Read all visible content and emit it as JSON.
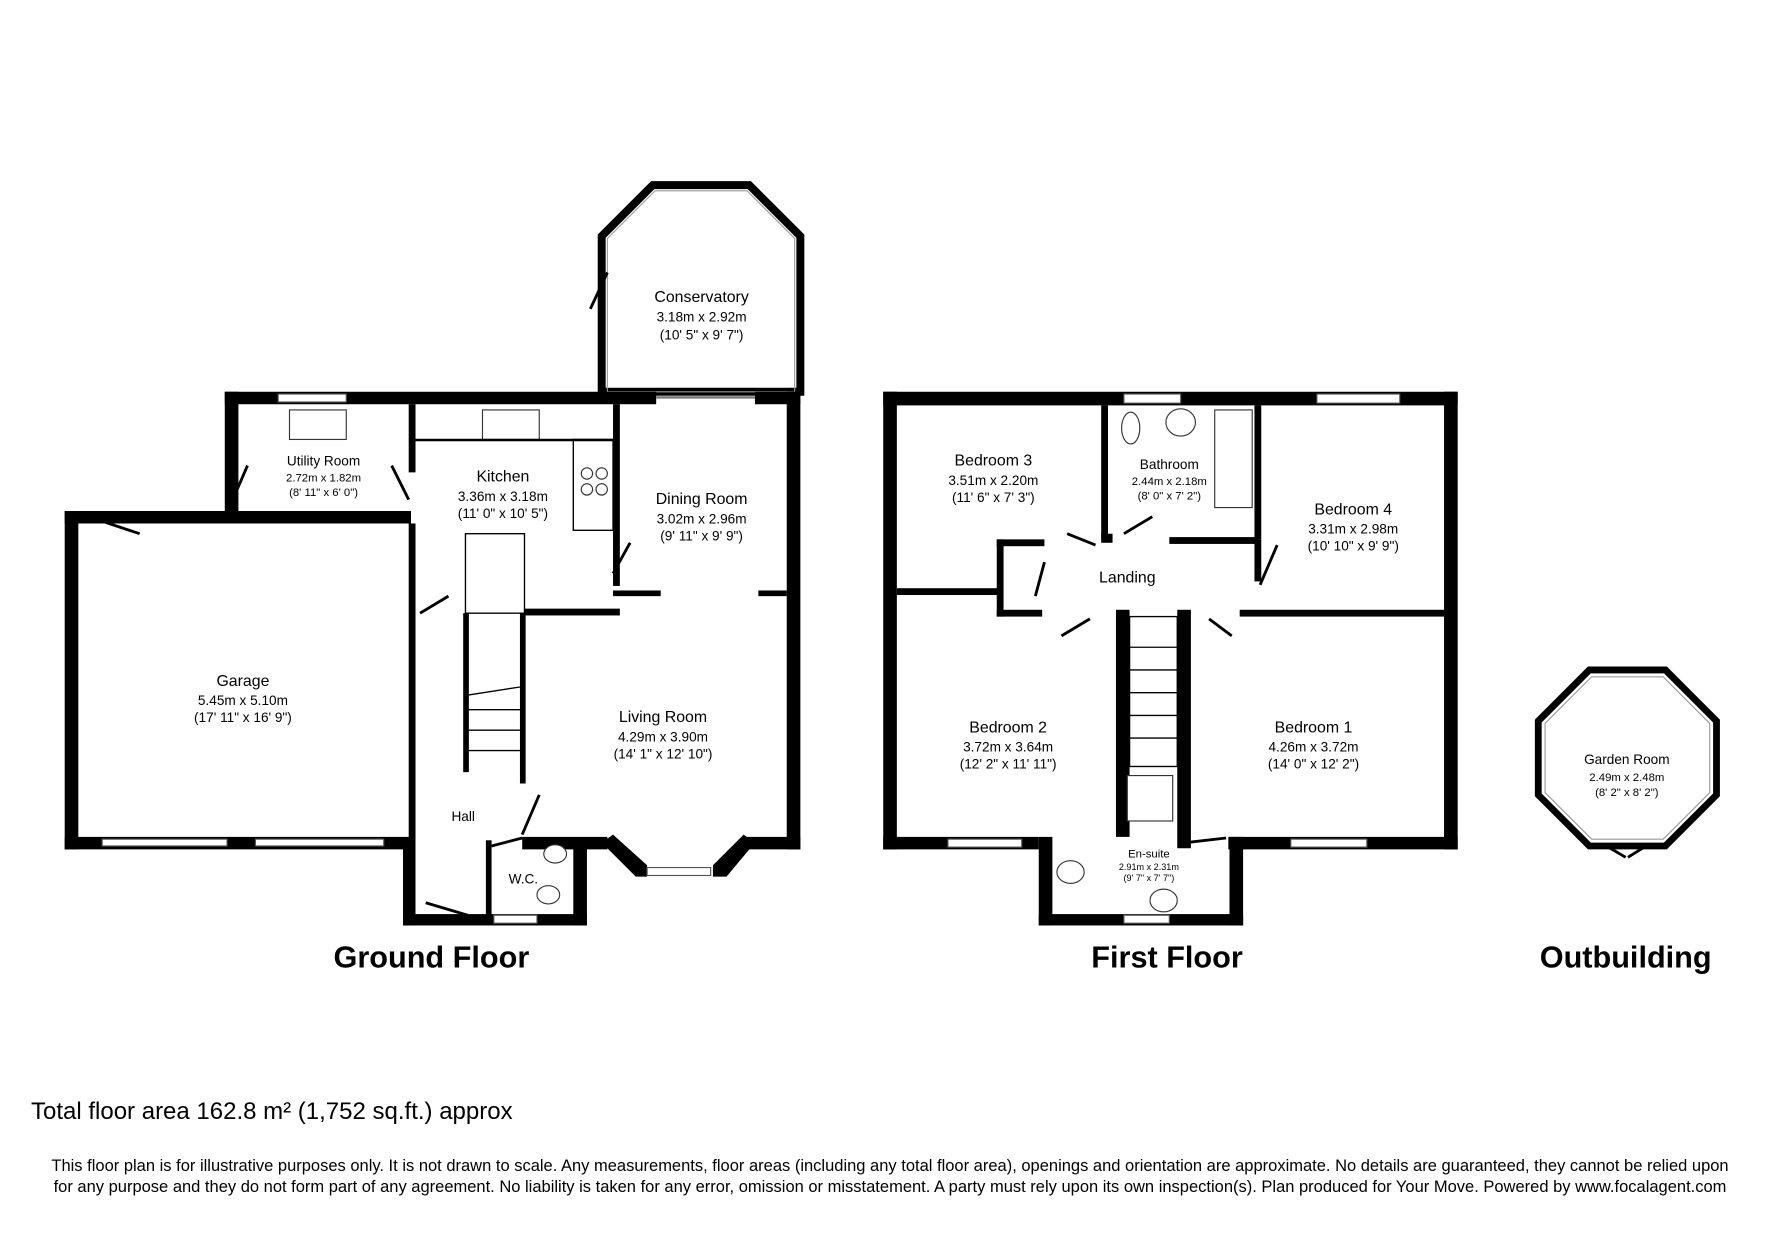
{
  "floors": {
    "ground": {
      "title": "Ground Floor",
      "rooms": {
        "conservatory": {
          "name": "Conservatory",
          "metric": "3.18m x 2.92m",
          "imperial": "(10' 5\" x 9' 7\")"
        },
        "utility": {
          "name": "Utility Room",
          "metric": "2.72m x 1.82m",
          "imperial": "(8' 11\" x 6' 0\")"
        },
        "kitchen": {
          "name": "Kitchen",
          "metric": "3.36m x 3.18m",
          "imperial": "(11' 0\" x 10' 5\")"
        },
        "dining": {
          "name": "Dining Room",
          "metric": "3.02m x 2.96m",
          "imperial": "(9' 11\" x 9' 9\")"
        },
        "garage": {
          "name": "Garage",
          "metric": "5.45m x 5.10m",
          "imperial": "(17' 11\" x 16' 9\")"
        },
        "living": {
          "name": "Living Room",
          "metric": "4.29m x 3.90m",
          "imperial": "(14' 1\" x 12' 10\")"
        },
        "hall": {
          "name": "Hall"
        },
        "wc": {
          "name": "W.C."
        }
      }
    },
    "first": {
      "title": "First Floor",
      "rooms": {
        "bedroom3": {
          "name": "Bedroom 3",
          "metric": "3.51m x 2.20m",
          "imperial": "(11' 6\" x 7' 3\")"
        },
        "bathroom": {
          "name": "Bathroom",
          "metric": "2.44m x 2.18m",
          "imperial": "(8' 0\" x 7' 2\")"
        },
        "bedroom4": {
          "name": "Bedroom 4",
          "metric": "3.31m x 2.98m",
          "imperial": "(10' 10\" x 9' 9\")"
        },
        "landing": {
          "name": "Landing"
        },
        "bedroom2": {
          "name": "Bedroom 2",
          "metric": "3.72m x 3.64m",
          "imperial": "(12' 2\" x 11' 11\")"
        },
        "bedroom1": {
          "name": "Bedroom 1",
          "metric": "4.26m x 3.72m",
          "imperial": "(14' 0\" x 12' 2\")"
        },
        "ensuite": {
          "name": "En-suite",
          "metric": "2.91m x 2.31m",
          "imperial": "(9' 7\" x 7' 7\")"
        }
      }
    },
    "outbuilding": {
      "title": "Outbuilding",
      "rooms": {
        "garden": {
          "name": "Garden Room",
          "metric": "2.49m x 2.48m",
          "imperial": "(8' 2\" x 8' 2\")"
        }
      }
    }
  },
  "total_area": "Total floor area 162.8 m² (1,752 sq.ft.) approx",
  "disclaimer": "This floor plan is for illustrative purposes only. It is not drawn to scale. Any measurements, floor areas (including any total floor area), openings and orientation are approximate. No details are guaranteed, they cannot be relied upon for any purpose and they do not form part of any agreement. No liability is taken for any error, omission or misstatement. A party must rely upon its own inspection(s).  Plan produced for Your Move. Powered by www.focalagent.com"
}
